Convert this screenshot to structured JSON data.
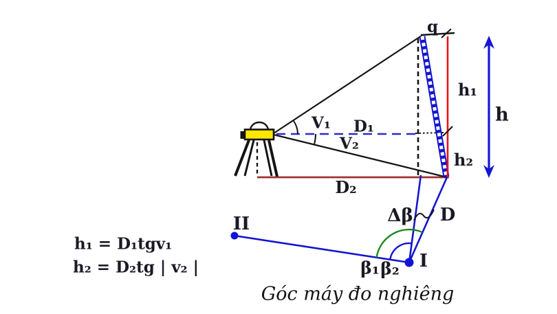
{
  "figure": {
    "caption": "Góc máy đo nghiêng",
    "formulas": {
      "line1": "h₁ = D₁tgv₁",
      "line2": "h₂ = D₂tg | v₂ |"
    },
    "labels": {
      "target_top": "q",
      "vertical_angle_1": "V₁",
      "vertical_angle_2": "V₂",
      "horizontal_distance_1": "D₁",
      "horizontal_distance_2": "D₂",
      "height_1": "h₁",
      "height_2": "h₂",
      "total_height": "h",
      "delta_beta": "Δβ",
      "distance_d": "D",
      "station_2": "II",
      "station_1": "I",
      "beta_1": "β₁",
      "beta_2": "β₂"
    },
    "colors": {
      "line_blue": "#1414d0",
      "staff_blue": "#1515cf",
      "red_vertical": "#ee1111",
      "ground_red": "#a03333",
      "arc_green": "#1a8a1a",
      "instrument_yellow": "#ffe800",
      "label_text": "#1a1a26",
      "black": "#141414"
    }
  }
}
